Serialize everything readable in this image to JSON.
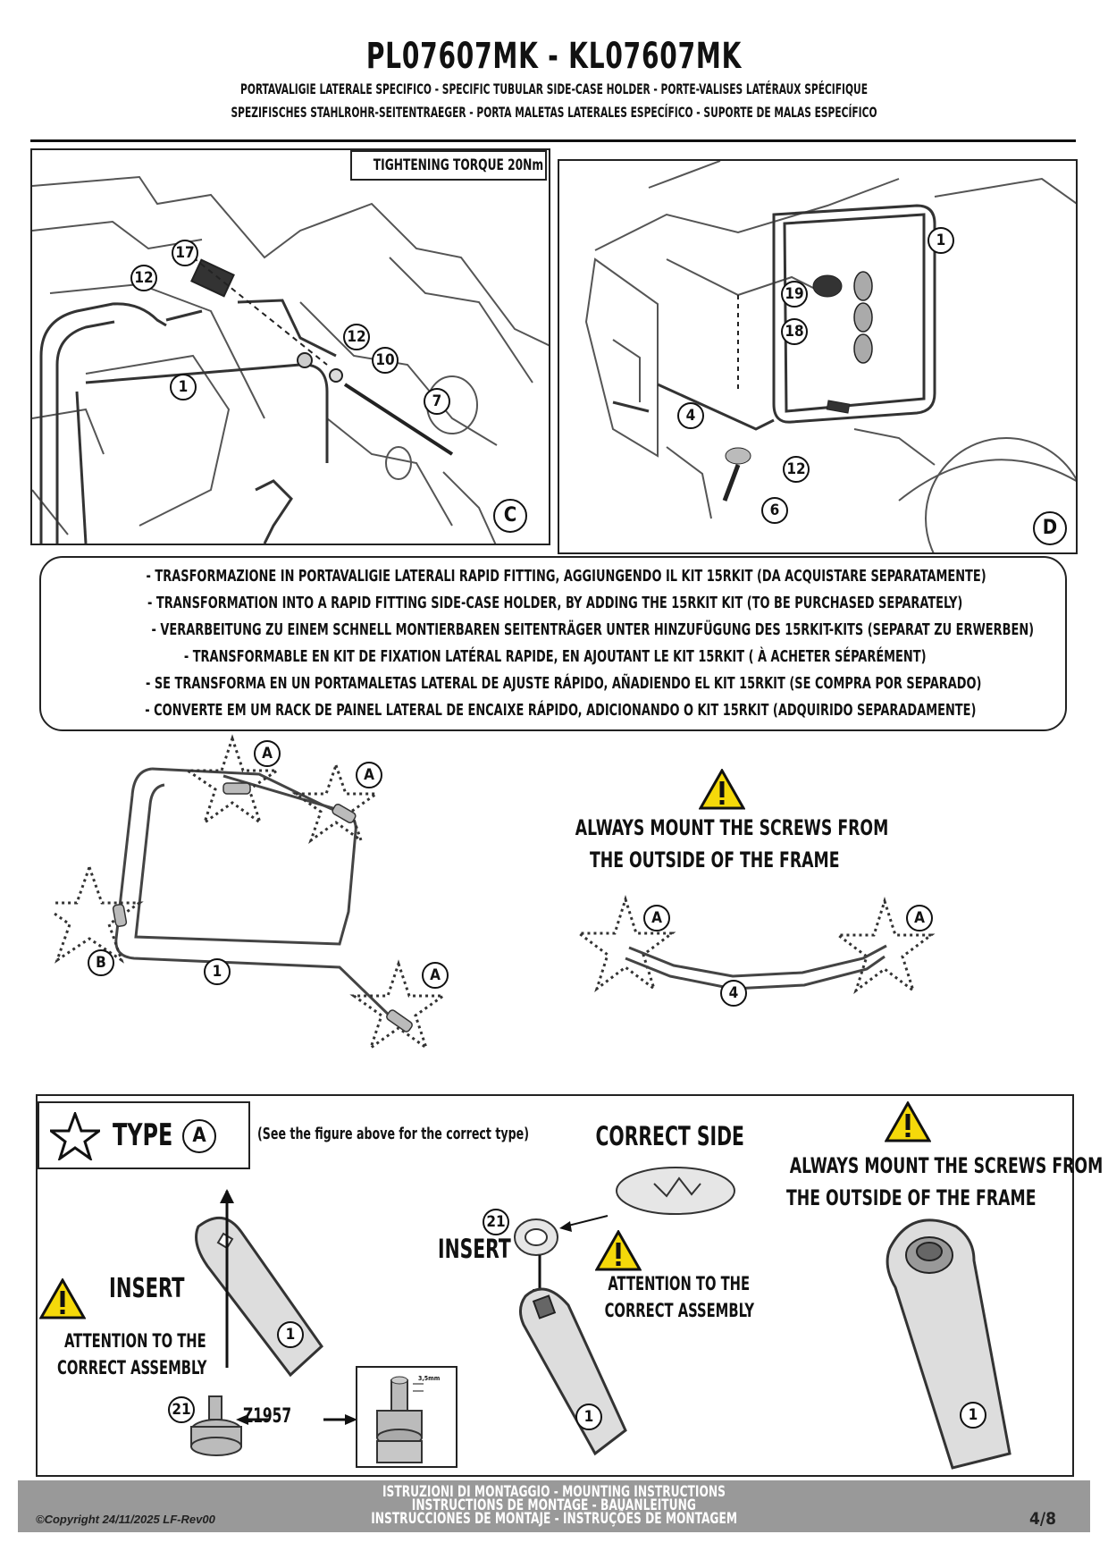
{
  "header": {
    "title": "PL07607MK - KL07607MK",
    "subtitle_line1": "PORTAVALIGIE LATERALE SPECIFICO  -  SPECIFIC TUBULAR SIDE-CASE HOLDER  - PORTE-VALISES LATÉRAUX SPÉCIFIQUE",
    "subtitle_line2": "SPEZIFISCHES STAHLROHR-SEITENTRAEGER - PORTA MALETAS LATERALES ESPECÍFICO - SUPORTE DE MALAS ESPECÍFICO"
  },
  "panel_c": {
    "torque_label": "TIGHTENING TORQUE 20Nm",
    "corner_label": "C",
    "callouts": [
      "17",
      "12",
      "12",
      "10",
      "7",
      "1"
    ]
  },
  "panel_d": {
    "corner_label": "D",
    "callouts": [
      "1",
      "19",
      "18",
      "4",
      "12",
      "6"
    ]
  },
  "note": {
    "lines": [
      "- TRASFORMAZIONE IN PORTAVALIGIE LATERALI RAPID FITTING, AGGIUNGENDO IL KIT 15RKIT (DA ACQUISTARE SEPARATAMENTE)",
      "- TRANSFORMATION INTO A RAPID FITTING SIDE-CASE HOLDER, BY ADDING THE 15RKIT KIT (TO BE PURCHASED SEPARATELY)",
      "- VERARBEITUNG ZU EINEM SCHNELL MONTIERBAREN SEITENTRÄGER UNTER HINZUFÜGUNG DES 15RKIT-KITS (SEPARAT ZU ERWERBEN)",
      "-  TRANSFORMABLE EN KIT DE FIXATION LATÉRAL RAPIDE, EN AJOUTANT LE KIT 15RKIT ( À ACHETER SÉPARÉMENT)",
      "- SE TRANSFORMA EN UN PORTAMALETAS LATERAL DE AJUSTE RÁPIDO, AÑADIENDO EL KIT 15RKIT (SE COMPRA POR SEPARADO)",
      "- CONVERTE EM UM RACK DE PAINEL LATERAL DE ENCAIXE RÁPIDO, ADICIONANDO O KIT 15RKIT (ADQUIRIDO SEPARADAMENTE)"
    ]
  },
  "frame_figure": {
    "type_labels": [
      "A",
      "A",
      "B",
      "A"
    ],
    "part_label": "1"
  },
  "warning_mid": {
    "line1": "ALWAYS MOUNT THE SCREWS FROM",
    "line2": "THE OUTSIDE OF THE FRAME"
  },
  "bar_figure": {
    "type_labels": [
      "A",
      "A"
    ],
    "part_label": "4"
  },
  "type_box": {
    "label": "TYPE",
    "type_letter": "A",
    "hint": "(See the figure above for the correct type)"
  },
  "step_left": {
    "insert_label": "INSERT",
    "attention_line1": "ATTENTION TO THE",
    "attention_line2": "CORRECT ASSEMBLY",
    "part_label": "1",
    "part_21": "21",
    "code": "Z1957",
    "dimension": "3,5mm"
  },
  "step_middle": {
    "correct_side": "CORRECT SIDE",
    "insert_label": "INSERT",
    "attention_line1": "ATTENTION TO THE",
    "attention_line2": "CORRECT ASSEMBLY",
    "part_21": "21",
    "part_label": "1"
  },
  "step_right": {
    "line1": "ALWAYS MOUNT THE SCREWS FROM",
    "line2": "THE OUTSIDE OF THE FRAME",
    "part_label": "1"
  },
  "footer": {
    "line1": "ISTRUZIONI DI MONTAGGIO  -  MOUNTING INSTRUCTIONS",
    "line2": "INSTRUCTIONS DE MONTAGE - BAUANLEITUNG",
    "line3": "INSTRUCCIONES DE MONTAJE - INSTRUÇÕES DE MONTAGEM",
    "copyright": "©Copyright 24/11/2025 LF-Rev00",
    "page": "4/8"
  },
  "colors": {
    "warning_yellow": "#f5d90a",
    "footer_grey": "#999999",
    "line_dark": "#222222"
  }
}
